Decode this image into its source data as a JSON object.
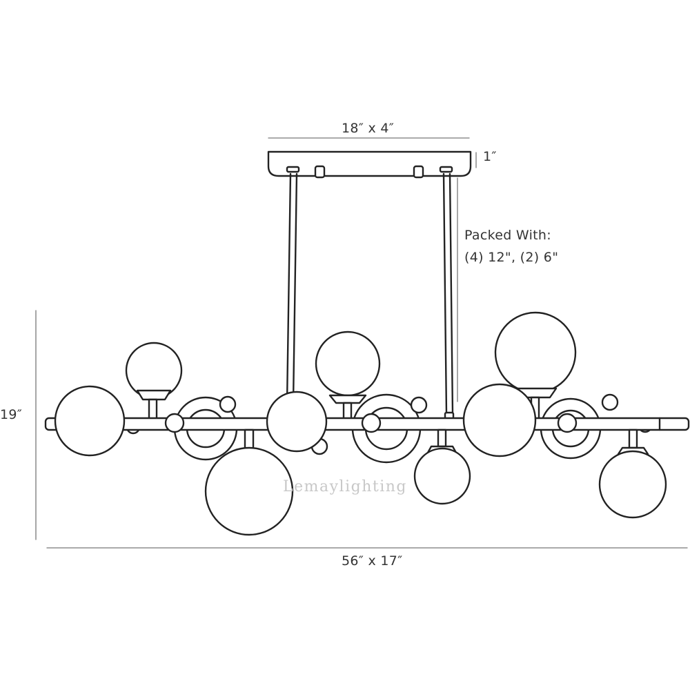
{
  "dimensions": {
    "canopy": "18″ x 4″",
    "canopy_height": "1″",
    "packed_with_title": "Packed With:",
    "packed_with_rods": "(4) 12\", (2) 6\"",
    "overall_height": "19″",
    "overall_size": "56″ x 17″"
  },
  "watermark": "Lemaylighting"
}
